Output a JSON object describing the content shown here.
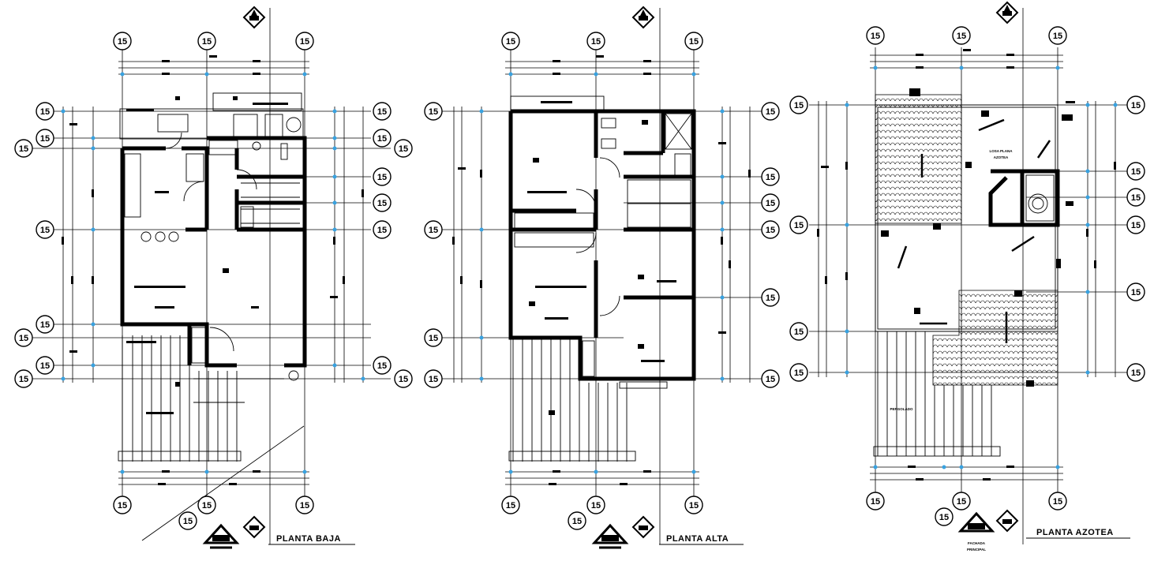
{
  "axis_label": "15",
  "plans": [
    {
      "id": "planta-baja",
      "title": "PLANTA BAJA"
    },
    {
      "id": "planta-alta",
      "title": "PLANTA ALTA"
    },
    {
      "id": "planta-azotea",
      "title": "PLANTA AZOTEA"
    }
  ],
  "roof_labels": {
    "loza": "LOSA PLANA",
    "azotea": "AZOTEA",
    "pergolado": "PERGOLADO",
    "fachada_1": "FACHADA",
    "fachada_2": "PRINCIPAL"
  },
  "icons": [
    "north-arrow-icon",
    "section-marker-icon",
    "facade-marker-icon"
  ]
}
